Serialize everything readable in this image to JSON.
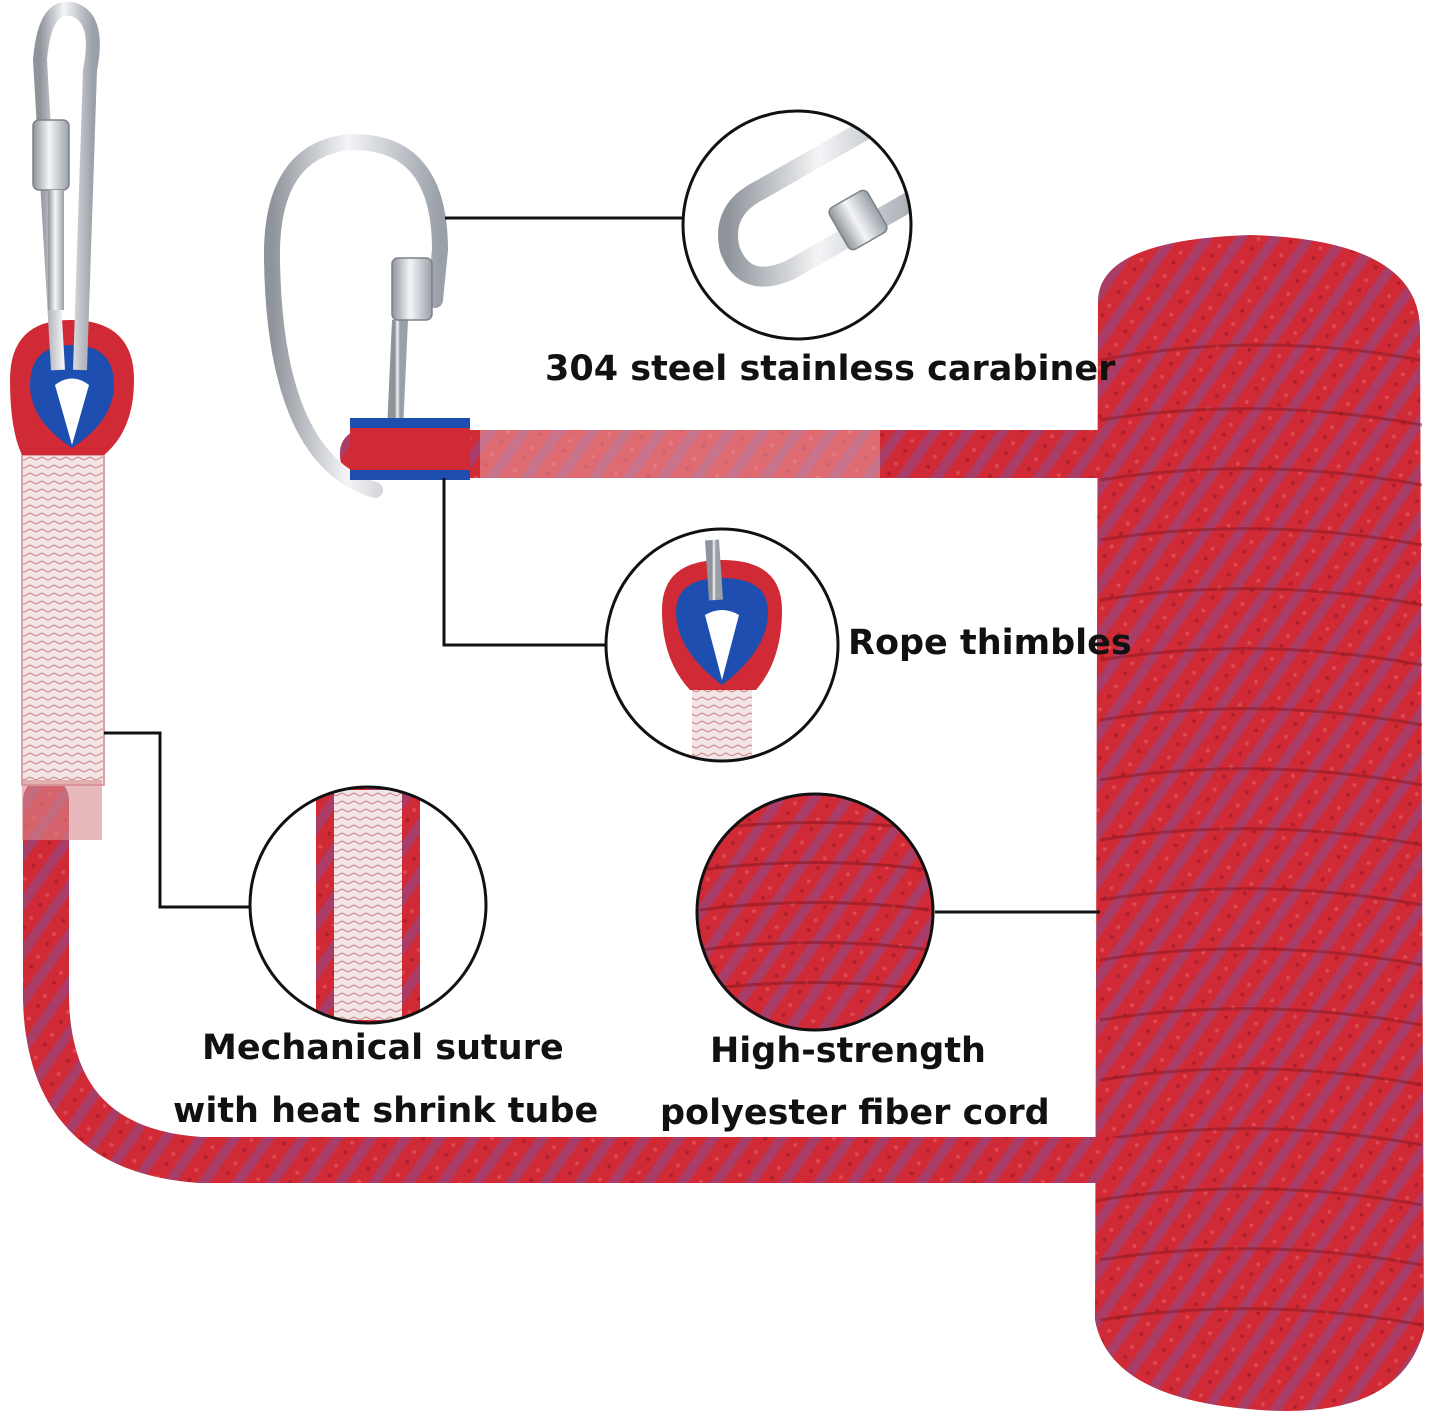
{
  "labels": {
    "carabiner": "304 steel stainless carabiner",
    "thimbles": "Rope thimbles",
    "suture_line1": "Mechanical suture",
    "suture_line2": "with heat shrink tube",
    "cord_line1": "High-strength",
    "cord_line2": "polyester fiber cord"
  },
  "colors": {
    "rope_red": "#cf2a35",
    "rope_stripe": "#7a5aa0",
    "thimble_blue": "#1e4fb0",
    "steel": "#c9ccd2",
    "callout_line": "#111111",
    "background": "#ffffff"
  }
}
